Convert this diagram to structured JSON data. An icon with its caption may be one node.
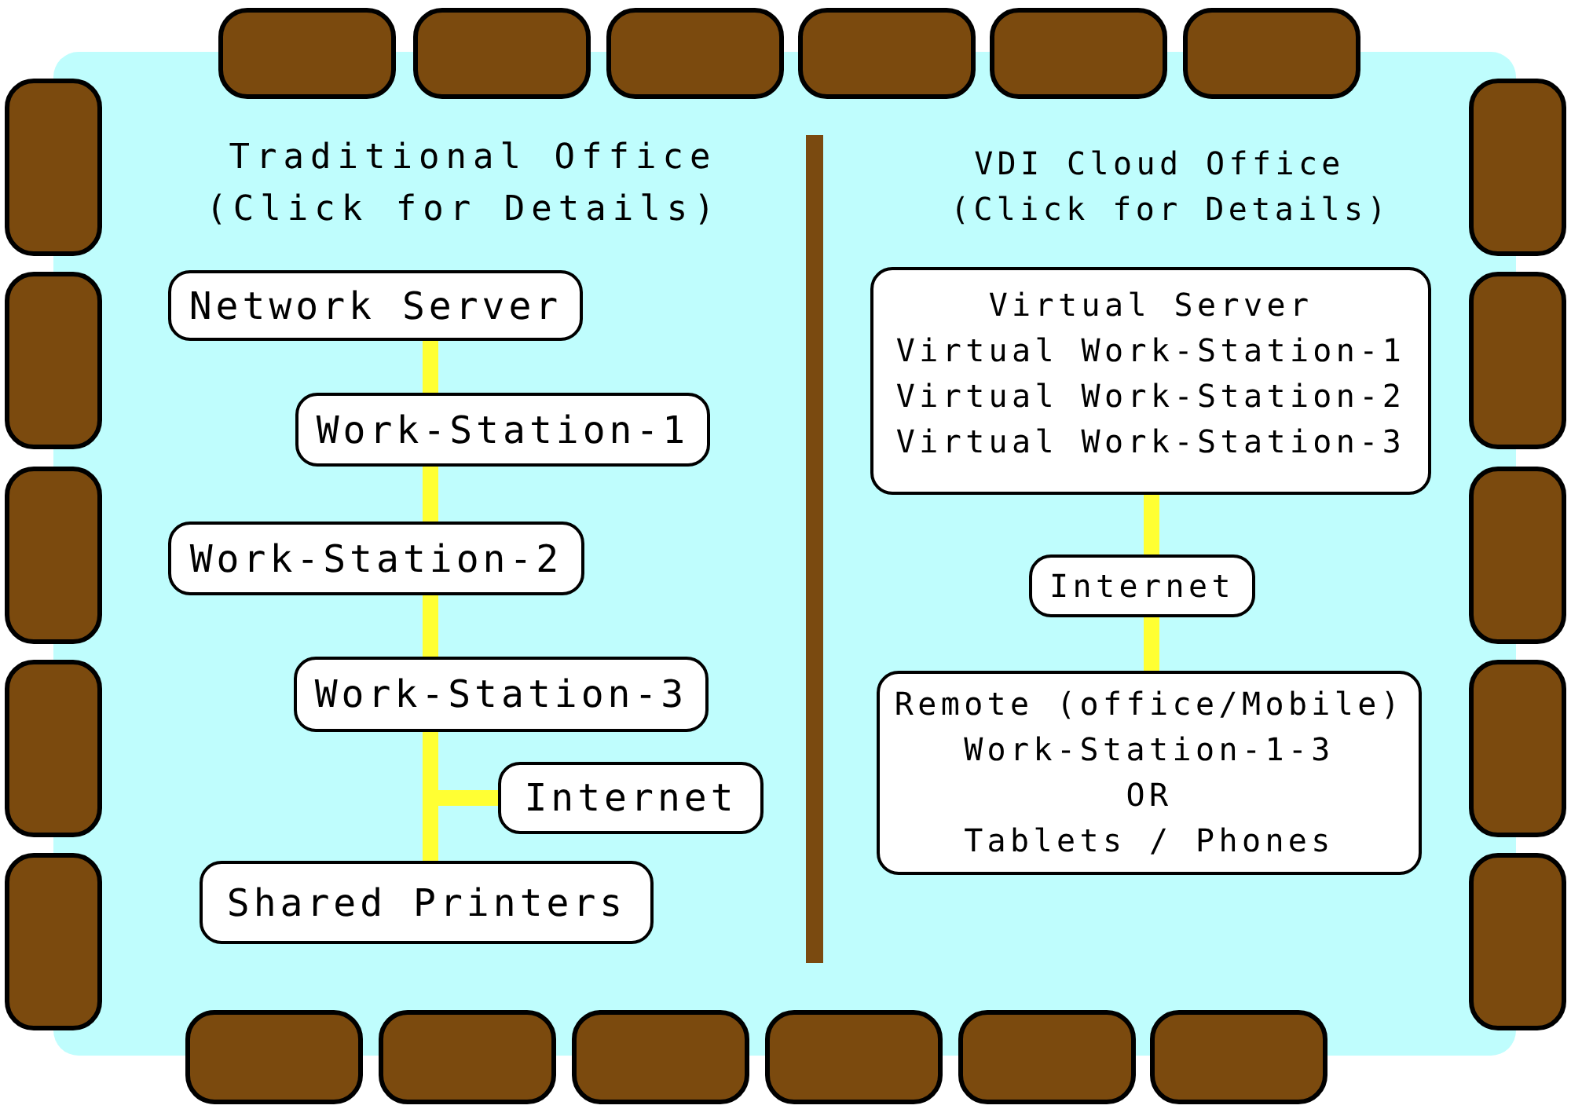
{
  "diagram": {
    "nodes": [
      {
        "text": [
          "Network Server"
        ]
      },
      {
        "text": [
          "Work-Station-1"
        ]
      },
      {
        "text": [
          "Work-Station-2"
        ]
      },
      {
        "text": [
          "Work-Station-3"
        ]
      },
      {
        "text": [
          "Internet"
        ]
      },
      {
        "text": [
          "Shared Printers"
        ]
      },
      {
        "text": [
          "Virtual Server",
          "Virtual Work-Station-1",
          "Virtual Work-Station-2",
          "Virtual Work-Station-3"
        ]
      },
      {
        "text": [
          "Internet"
        ]
      },
      {
        "text": [
          "Remote (office/Mobile)",
          "Work-Station-1-3",
          "OR",
          "Tablets / Phones"
        ]
      }
    ],
    "edges": [
      {
        "from": 0,
        "to": 1,
        "arrow": "none"
      },
      {
        "from": 1,
        "to": 2,
        "arrow": "none"
      },
      {
        "from": 2,
        "to": 3,
        "arrow": "none"
      },
      {
        "from": 3,
        "to": 4,
        "arrow": "none"
      },
      {
        "from": 3,
        "to": 5,
        "arrow": "none"
      },
      {
        "from": 6,
        "to": 7,
        "arrow": "none"
      },
      {
        "from": 7,
        "to": 8,
        "arrow": "none"
      }
    ],
    "labels": [
      "Traditional Office",
      "(Click for Details)",
      "VDI Cloud Office",
      "(Click for Details)"
    ]
  }
}
